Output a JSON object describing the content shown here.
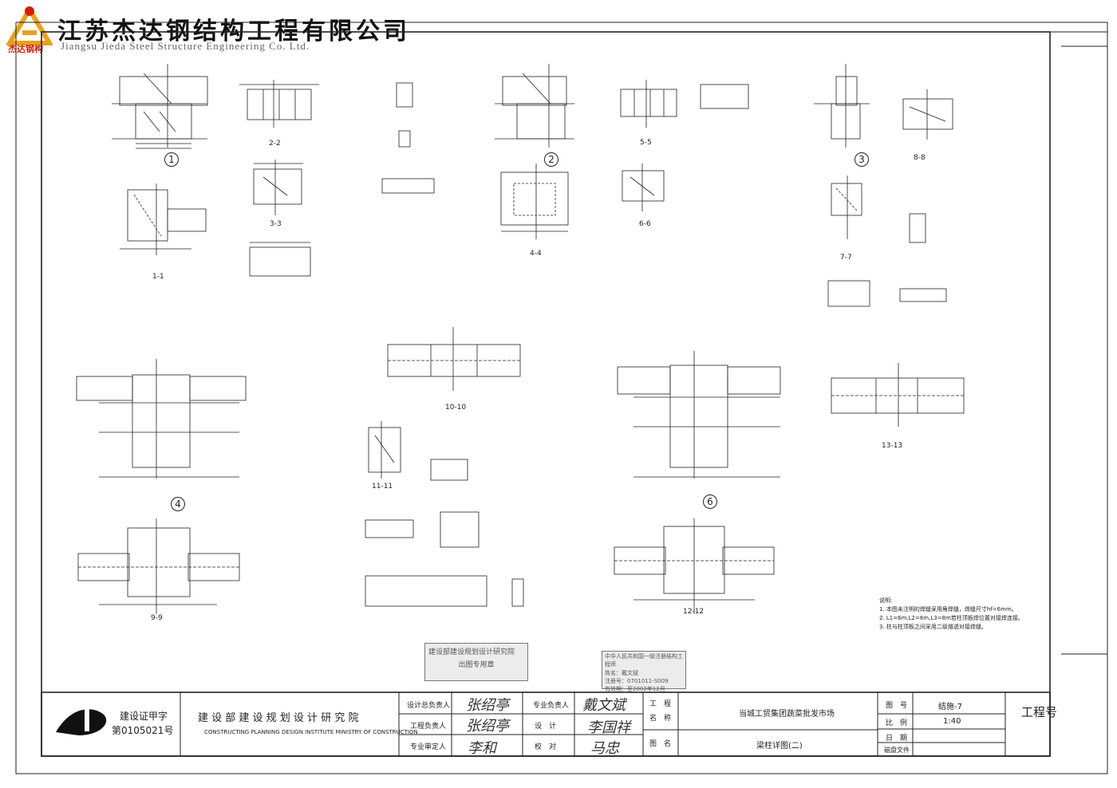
{
  "company": {
    "name_cn": "江苏杰达钢结构工程有限公司",
    "name_en": "Jiangsu Jieda Steel Structure Engineering Co. Ltd.",
    "brand": "杰达钢构",
    "brand_color": "#d81e06"
  },
  "section_labels": [
    "1-1",
    "2-2",
    "3-3",
    "4-4",
    "5-5",
    "6-6",
    "7-7",
    "8-8",
    "9-9",
    "10-10",
    "11-11",
    "12-12",
    "13-13"
  ],
  "node_numbers": [
    "1",
    "2",
    "3",
    "4",
    "6"
  ],
  "notes": {
    "title": "说明:",
    "items": [
      "1. 本图未注明的焊缝采用角焊缝，焊缝尺寸hf=6mm。",
      "2. L1=6m,L2=6m,L3=8m若柱顶板焊位置对接焊连接。",
      "3. 柱与柱顶板之间采用二级熔透对接焊缝。"
    ]
  },
  "stamps": {
    "left": [
      "建设部建设规划设计研究院",
      "出图专用章"
    ],
    "right": [
      "中华人民共和国一级注册结构工程师",
      "姓名：戴文斌",
      "注册号：0701011-S009",
      "有效期：至2002年12月"
    ]
  },
  "title_block": {
    "cert_label": "建设证甲字",
    "cert_number": "第0105021号",
    "institute_cn": "建 设 部 建 设 规 划 设 计 研 究 院",
    "institute_en": "CONSTRUCTING PLANNING DESIGN INSTITUTE MINISTRY OF CONSTRUCTION",
    "roles": {
      "design_chief": "设计总负责人",
      "project_lead": "工程负责人",
      "review": "专业审定人",
      "discipline_lead": "专业负责人",
      "design": "设　计",
      "check": "校　对"
    },
    "signatures": {
      "design_chief": "张绍亭",
      "project_lead": "张绍亭",
      "review": "李和",
      "discipline_lead": "戴文斌",
      "design": "李国祥",
      "check": "马忠"
    },
    "project_label_1": "工　程",
    "project_label_2": "名　称",
    "project_name": "当城工贸集团蔬菜批发市场",
    "drawing_label": "图　名",
    "drawing_name": "梁柱详图(二)",
    "drawing_no_label": "图　号",
    "drawing_no": "结施-7",
    "scale_label": "比　例",
    "scale": "1:40",
    "date_label": "日　期",
    "disk_label": "磁盘文件",
    "project_no_label": "工程号"
  }
}
